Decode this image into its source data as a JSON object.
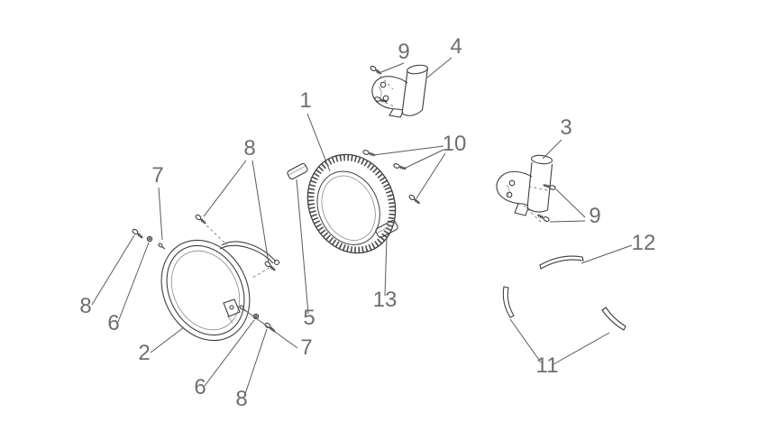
{
  "diagram": {
    "kind": "exploded-parts-line-drawing",
    "background_color": "#ffffff",
    "line_color": "#3f3f3f",
    "label_color": "#6e6e6e"
  },
  "callouts": [
    {
      "id": "callout-9-top",
      "label": "9"
    },
    {
      "id": "callout-4",
      "label": "4"
    },
    {
      "id": "callout-1",
      "label": "1"
    },
    {
      "id": "callout-3",
      "label": "3"
    },
    {
      "id": "callout-10",
      "label": "10"
    },
    {
      "id": "callout-8-topleft",
      "label": "8"
    },
    {
      "id": "callout-7-left",
      "label": "7"
    },
    {
      "id": "callout-9-right",
      "label": "9"
    },
    {
      "id": "callout-12",
      "label": "12"
    },
    {
      "id": "callout-13",
      "label": "13"
    },
    {
      "id": "callout-8-farleft",
      "label": "8"
    },
    {
      "id": "callout-5",
      "label": "5"
    },
    {
      "id": "callout-6-left",
      "label": "6"
    },
    {
      "id": "callout-7-bottom",
      "label": "7"
    },
    {
      "id": "callout-2",
      "label": "2"
    },
    {
      "id": "callout-11",
      "label": "11"
    },
    {
      "id": "callout-6-bottom",
      "label": "6"
    },
    {
      "id": "callout-8-bottom",
      "label": "8"
    }
  ]
}
